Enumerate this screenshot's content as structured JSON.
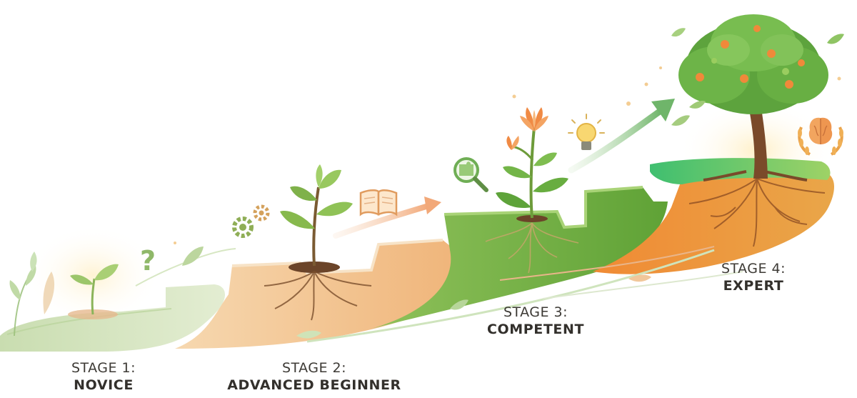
{
  "stages": [
    {
      "number_label": "STAGE 1:",
      "name": "NOVICE"
    },
    {
      "number_label": "STAGE 2:",
      "name": "ADVANCED BEGINNER"
    },
    {
      "number_label": "STAGE 3:",
      "name": "COMPETENT"
    },
    {
      "number_label": "STAGE 4:",
      "name": "EXPERT"
    }
  ],
  "icons": {
    "stage_1": "question-mark-icon",
    "stage_2": [
      "gears-icon",
      "open-book-icon"
    ],
    "stage_3": [
      "puzzle-magnifier-icon",
      "lightbulb-icon"
    ],
    "stage_4": "brain-laurel-icon"
  },
  "colors": {
    "pale_green": "#cfe3b3",
    "peach": "#f4c48e",
    "mid_green": "#7db548",
    "bright_green": "#4ec36d",
    "orange": "#e8762a",
    "arrow_green": "#7bbb6b",
    "arrow_peach": "#f2b58a",
    "root_brown": "#8a5a35",
    "text": "#3d3a35"
  }
}
